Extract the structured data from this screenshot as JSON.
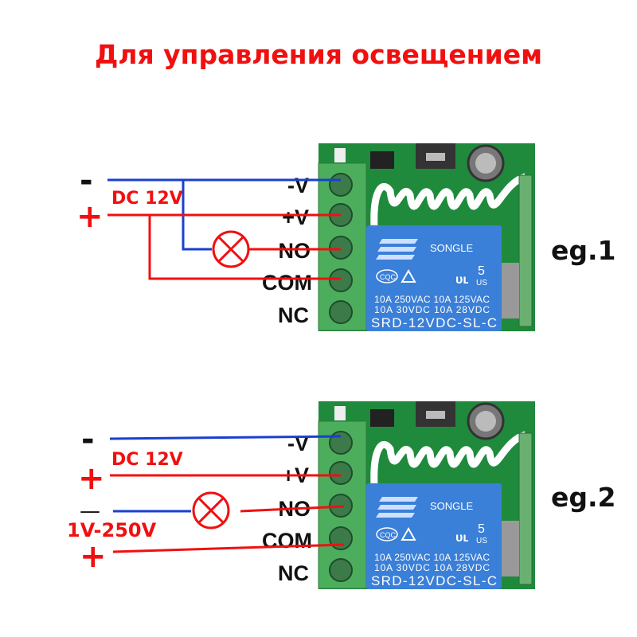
{
  "title": "Для управления освещением",
  "relay": {
    "brand": "SONGLE",
    "cert1": "CQC",
    "ul_number": "5",
    "ul_region": "US",
    "rating1": "10A 250VAC  10A 125VAC",
    "rating2": "10A  30VDC  10A  28VDC",
    "model": "SRD-12VDC-SL-C"
  },
  "terminals": [
    "-V",
    "+V",
    "NO",
    "COM",
    "NC"
  ],
  "examples": [
    {
      "label": "eg.1",
      "minus": "-",
      "plus": "+",
      "supply": "DC 12V"
    },
    {
      "label": "eg.2",
      "minus": "-",
      "plus": "+",
      "supply": "DC 12V",
      "load_minus": "—",
      "load_plus": "+",
      "load_supply": "1V-250V"
    }
  ],
  "colors": {
    "negative": "#1a3fd0",
    "positive": "#f01010",
    "pcb": "#1f8a3c",
    "terminal": "#4cae5c",
    "relay": "#3a7fd8"
  }
}
